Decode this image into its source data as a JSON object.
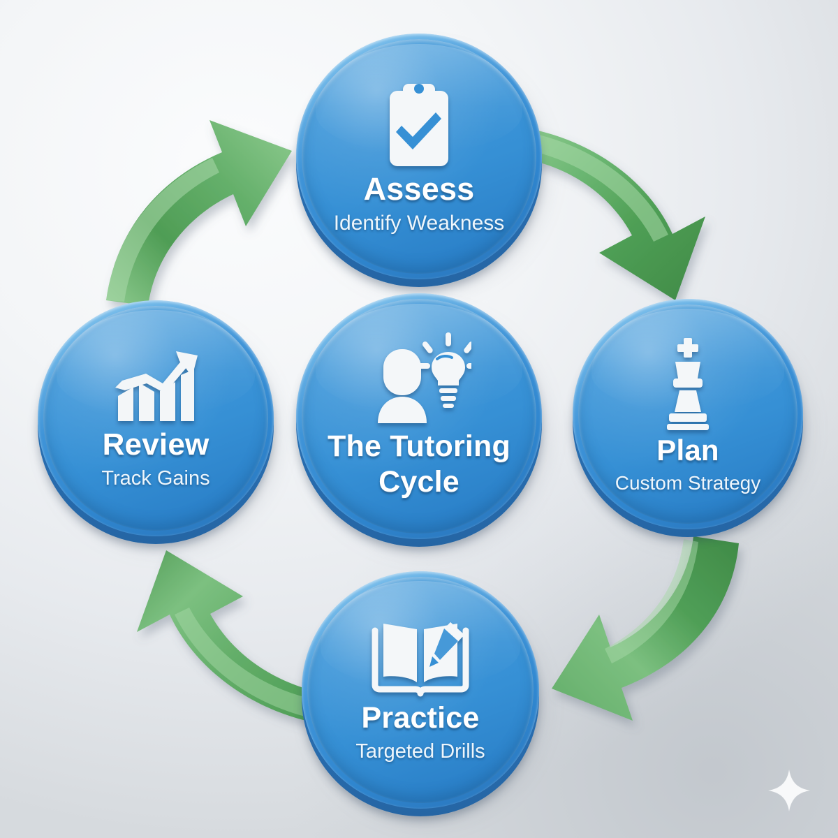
{
  "title": "The Tutoring Cycle",
  "colors": {
    "node_blue": "#3690d5",
    "node_blue_light": "#4ea2de",
    "node_blue_dark": "#2565a4",
    "arrow_green": "#4f9f55",
    "arrow_green_light": "#79bd7c",
    "background": "#eef0f3",
    "icon_white": "#f4f7f9"
  },
  "center": {
    "title_line1": "The Tutoring",
    "title_line2": "Cycle",
    "icon": "person-lightbulb-icon"
  },
  "steps": [
    {
      "id": "assess",
      "order": 1,
      "title": "Assess",
      "subtitle": "Identify Weakness",
      "icon": "clipboard-check-icon",
      "position": "top"
    },
    {
      "id": "plan",
      "order": 2,
      "title": "Plan",
      "subtitle": "Custom Strategy",
      "icon": "chess-king-icon",
      "position": "right"
    },
    {
      "id": "practice",
      "order": 3,
      "title": "Practice",
      "subtitle": "Targeted Drills",
      "icon": "book-pencil-icon",
      "position": "bottom"
    },
    {
      "id": "review",
      "order": 4,
      "title": "Review",
      "subtitle": "Track Gains",
      "icon": "bar-chart-arrow-up-icon",
      "position": "left"
    }
  ],
  "arrows": [
    {
      "id": "assess-to-plan",
      "from": "Assess",
      "to": "Plan",
      "direction": "clockwise"
    },
    {
      "id": "plan-to-practice",
      "from": "Plan",
      "to": "Practice",
      "direction": "clockwise"
    },
    {
      "id": "practice-to-review",
      "from": "Practice",
      "to": "Review",
      "direction": "clockwise"
    },
    {
      "id": "review-to-assess",
      "from": "Review",
      "to": "Assess",
      "direction": "clockwise"
    }
  ],
  "watermark": {
    "icon": "sparkle-star-icon"
  }
}
